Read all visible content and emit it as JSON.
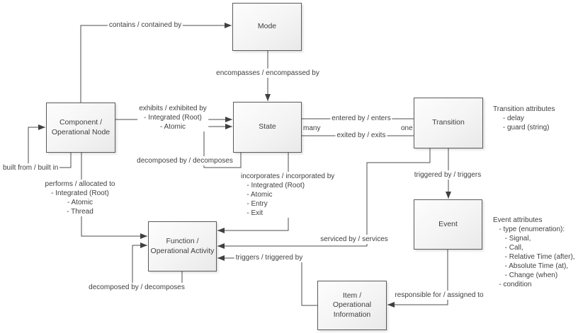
{
  "nodes": {
    "mode": "Mode",
    "component": "Component /\nOperational Node",
    "state": "State",
    "transition": "Transition",
    "event": "Event",
    "function": "Function /\nOperational Activity",
    "item": "Item /\nOperational\nInformation"
  },
  "edge_labels": {
    "contains": "contains / contained by",
    "encompasses": "encompasses / encompassed by",
    "exhibits": "exhibits / exhibited by\n- Integrated (Root)\n- Atomic",
    "state_decomposed": "decomposed by / decomposes",
    "built_from": "built from / built in",
    "performs": "performs / allocated to\n- Integrated (Root)\n- Atomic\n- Thread",
    "incorporates": "incorporates / incorporated by\n   - Integrated (Root)\n   - Atomic\n   - Entry\n   - Exit",
    "function_decomposed": "decomposed by / decomposes",
    "serviced": "serviced by / services",
    "triggers_function": "triggers / triggered by",
    "triggered_event": "triggered by / triggers",
    "responsible": "responsible for / assigned to",
    "entered": "entered by / enters",
    "exited": "exited by / exits",
    "multiplicity_many": "many",
    "multiplicity_one": "one"
  },
  "notes": {
    "transition_attributes": "Transition attributes\n     - delay\n     - guard (string)",
    "event_attributes": "Event attributes\n   - type (enumeration):\n      - Signal,\n      - Call,\n      - Relative Time (after),\n      - Absolute Time (at),\n      - Change (when)\n   - condition"
  },
  "colors": {
    "background": "#ffffff",
    "line": "#4d4d4d",
    "arrowhead": "#404040",
    "text": "#3f3f3f",
    "node_border": "#5a5a5a",
    "node_fill": "#f4f4f4"
  }
}
